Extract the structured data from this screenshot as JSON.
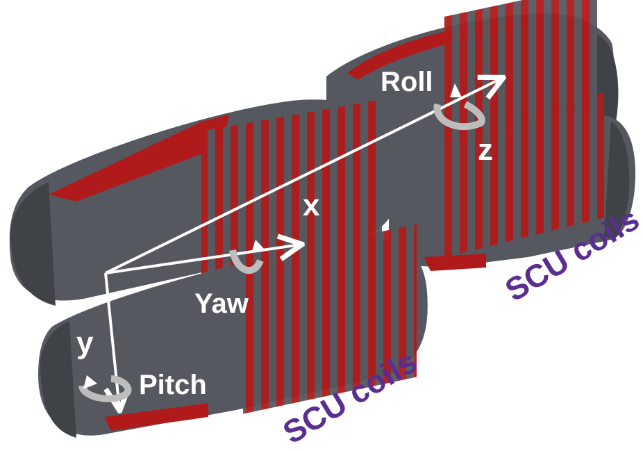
{
  "labels": {
    "roll": "Roll",
    "yaw": "Yaw",
    "pitch": "Pitch",
    "x": "x",
    "y": "y",
    "z": "z",
    "coils_right": "SCU coils",
    "coils_bottom": "SCU coils"
  },
  "colors": {
    "core": "#55595f",
    "core_dark": "#3f4348",
    "core_light": "#6a6e74",
    "coil": "#b11a1a",
    "coil_dark": "#7d0e0e",
    "arrow": "#ffffff",
    "rotation_arrow": "#bdbdbd",
    "label": "#5a2d91"
  }
}
